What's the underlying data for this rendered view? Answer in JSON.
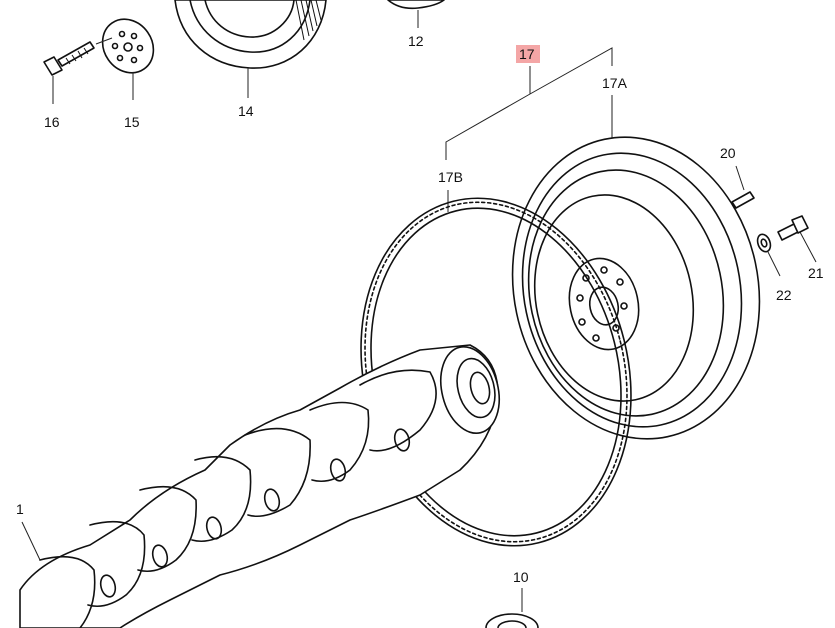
{
  "callouts": {
    "c1": "1",
    "c10": "10",
    "c12": "12",
    "c14": "14",
    "c15": "15",
    "c16": "16",
    "c17": "17",
    "c17a": "17A",
    "c17b": "17B",
    "c20": "20",
    "c21": "21",
    "c22": "22"
  },
  "highlight_color": "#f4a6a6"
}
